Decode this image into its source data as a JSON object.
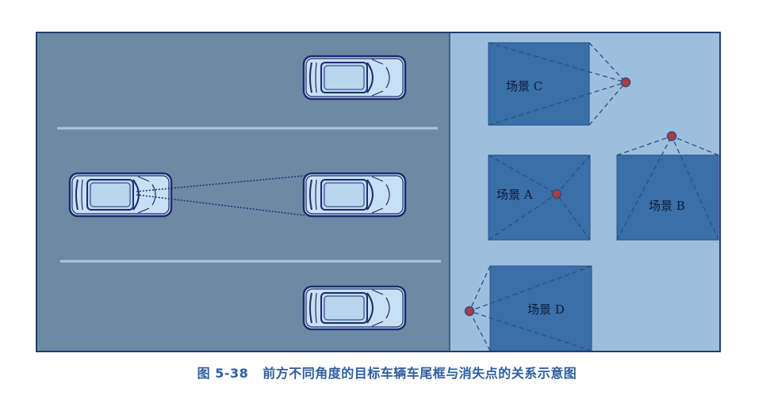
{
  "caption": {
    "figure_number": "图 5-38",
    "title": "前方不同角度的目标车辆车尾框与消失点的关系示意图"
  },
  "scenes": {
    "c": "场景 C",
    "a": "场景 A",
    "b": "场景 B",
    "d": "场景 D"
  },
  "colors": {
    "road": "#6d8aa5",
    "lane_line": "#a9c8e0",
    "panel_bg": "#9dbfde",
    "scene_box": "#3a6fa8",
    "dash_line": "#2a4f86",
    "vanishing_point": "#b23a3a",
    "car_fill": "#c8e0f4",
    "car_outline": "#1f2d6e",
    "caption": "#2f5d9e"
  }
}
